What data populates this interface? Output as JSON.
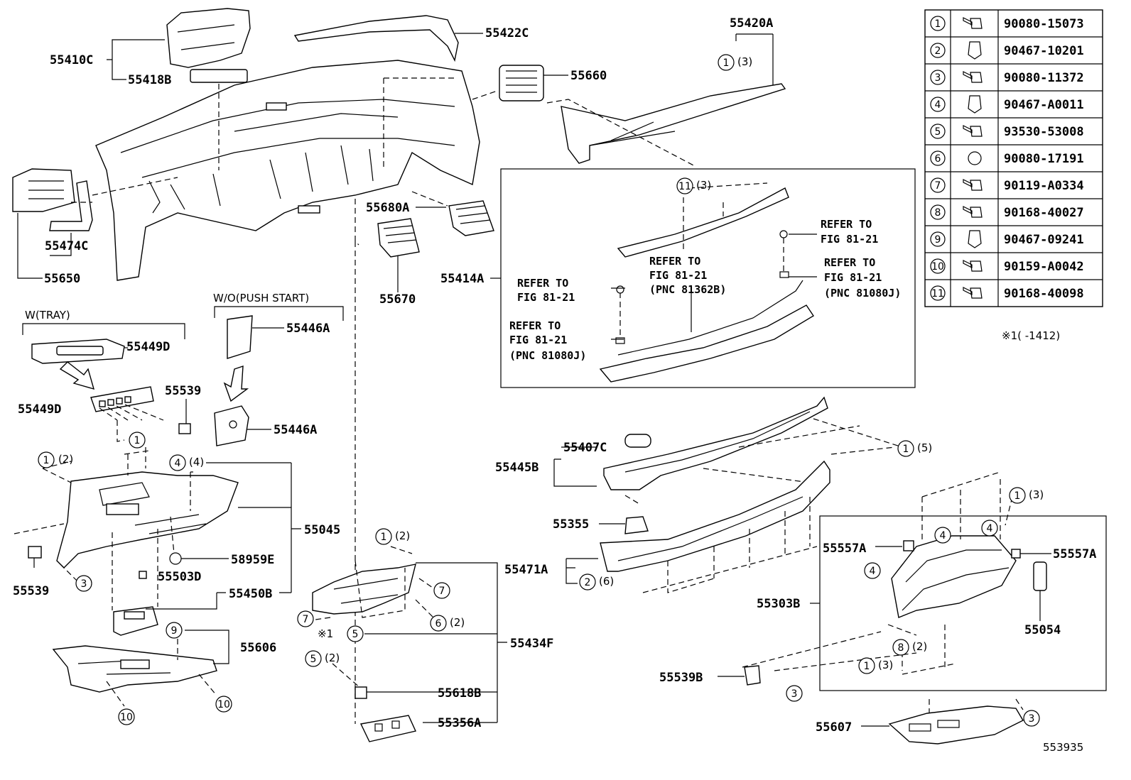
{
  "diagram_id": "553935",
  "note_footnote": "※1(      -1412)",
  "fastener_table": [
    {
      "no": "1",
      "part": "90080-15073",
      "icon": "bolt-icon"
    },
    {
      "no": "2",
      "part": "90467-10201",
      "icon": "clip-icon"
    },
    {
      "no": "3",
      "part": "90080-11372",
      "icon": "bolt-icon"
    },
    {
      "no": "4",
      "part": "90467-A0011",
      "icon": "clip-icon"
    },
    {
      "no": "5",
      "part": "93530-53008",
      "icon": "screw-icon"
    },
    {
      "no": "6",
      "part": "90080-17191",
      "icon": "nut-icon"
    },
    {
      "no": "7",
      "part": "90119-A0334",
      "icon": "bolt-icon"
    },
    {
      "no": "8",
      "part": "90168-40027",
      "icon": "screw-icon"
    },
    {
      "no": "9",
      "part": "90467-09241",
      "icon": "clip-icon"
    },
    {
      "no": "10",
      "part": "90159-A0042",
      "icon": "bolt-icon"
    },
    {
      "no": "11",
      "part": "90168-40098",
      "icon": "screw-icon"
    }
  ],
  "part_labels": {
    "p55410C": "55410C",
    "p55418B": "55418B",
    "p55422C": "55422C",
    "p55420A": "55420A",
    "p55660": "55660",
    "p55474C": "55474C",
    "p55650": "55650",
    "p55680A": "55680A",
    "p55670": "55670",
    "p55414A": "55414A",
    "p55449D_top": "55449D",
    "p55449D": "55449D",
    "p55539_top": "55539",
    "p55446A_top": "55446A",
    "p55446A": "55446A",
    "p55045": "55045",
    "p58959E": "58959E",
    "p55539": "55539",
    "p55503D": "55503D",
    "p55450B": "55450B",
    "p55606": "55606",
    "p55471A": "55471A",
    "p55434F": "55434F",
    "p55618B": "55618B",
    "p55356A": "55356A",
    "p55407C": "55407C",
    "p55445B": "55445B",
    "p55355": "55355",
    "p55557A_left": "55557A",
    "p55557A_right": "55557A",
    "p55303B": "55303B",
    "p55054": "55054",
    "p55539B": "55539B",
    "p55607": "55607"
  },
  "variant_labels": {
    "w_tray": "W(TRAY)",
    "wo_push_start": "W/O(PUSH START)"
  },
  "refer_notes": {
    "r1_l1": "REFER TO",
    "r1_l2": "FIG 81-21",
    "r2_l1": "REFER TO",
    "r2_l2": "FIG 81-21",
    "r2_l3": "(PNC 81362B)",
    "r3_l1": "REFER TO",
    "r3_l2": "FIG 81-21",
    "r4_l1": "REFER TO",
    "r4_l2": "FIG 81-21",
    "r4_l3": "(PNC 81080J)",
    "r5_l1": "REFER TO",
    "r5_l2": "FIG 81-21",
    "r5_l3": "(PNC 81080J)"
  },
  "callouts": {
    "c1": "1",
    "c2": "2",
    "c3": "3",
    "c4": "4",
    "c5": "5",
    "c6": "6",
    "c7": "7",
    "c8": "8",
    "c9": "9",
    "c10": "10",
    "c11": "11",
    "q2": "(2)",
    "q3": "(3)",
    "q4": "(4)",
    "q5": "(5)",
    "q6": "(6)",
    "star1": "※1"
  }
}
